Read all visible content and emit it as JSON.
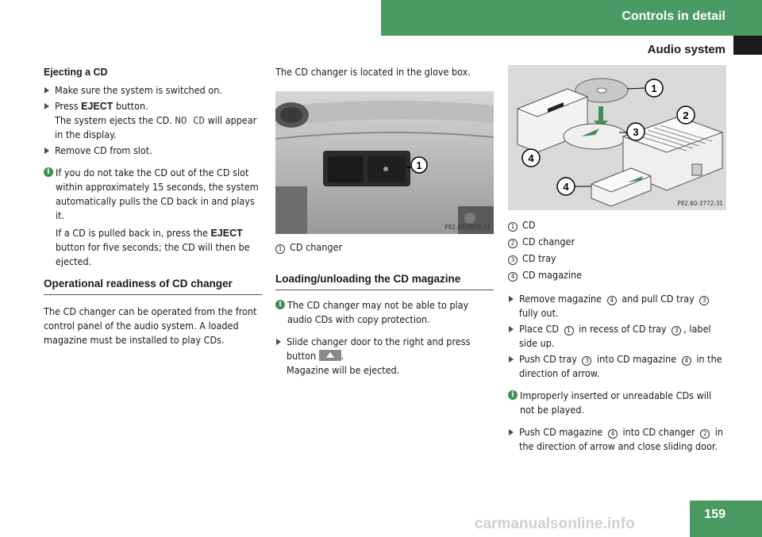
{
  "header": {
    "section": "Controls in detail",
    "subsection": "Audio system"
  },
  "col1": {
    "eject_heading": "Ejecting a CD",
    "step1": "Make sure the system is switched on.",
    "step2_pre": "Press ",
    "step2_key": "EJECT",
    "step2_post": " button.",
    "step2_line2_pre": "The system ejects the CD. ",
    "step2_display": "NO CD",
    "step2_line2_post": " will appear in the display.",
    "step3": "Remove CD from slot.",
    "info1_p1": "If you do not take the CD out of the CD slot within approximately 15 seconds, the system automatically pulls the CD back in and plays it.",
    "info1_p2_pre": "If a CD is pulled back in, press the ",
    "info1_p2_key": "EJECT",
    "info1_p2_post": " button for five seconds; the CD will then be ejected.",
    "readiness_heading": "Operational readiness of CD changer",
    "readiness_text": "The CD changer can be operated from the front control panel of the audio system. A loaded magazine must be installed to play CDs."
  },
  "col2": {
    "location_text": "The CD changer is located in the glove box.",
    "photo_code": "P82.60-5970-31",
    "photo_callout": "1",
    "legend": [
      {
        "num": "1",
        "label": "CD changer"
      }
    ],
    "loading_heading": "Loading/unloading the CD magazine",
    "info2": "The CD changer may not be able to play audio CDs with copy protection.",
    "step4_line1": "Slide changer door to the right and press",
    "step4_pre_button": "button ",
    "step4_after_button": ".",
    "step4_line3": "Magazine will be ejected."
  },
  "col3": {
    "diagram_code": "P82.60-3772-31",
    "callouts": [
      "1",
      "2",
      "3",
      "4",
      "4"
    ],
    "legend": [
      {
        "num": "1",
        "label": "CD"
      },
      {
        "num": "2",
        "label": "CD changer"
      },
      {
        "num": "3",
        "label": "CD tray"
      },
      {
        "num": "4",
        "label": "CD magazine"
      }
    ],
    "s1": {
      "a": "Remove magazine ",
      "n1": "4",
      "b": " and pull CD tray ",
      "n2": "3",
      "c": " fully out."
    },
    "s2": {
      "a": "Place CD ",
      "n1": "1",
      "b": " in recess of CD tray ",
      "n2": "3",
      "c": ", label side up."
    },
    "s3": {
      "a": "Push CD tray ",
      "n1": "3",
      "b": " into CD magazine ",
      "n2": "4",
      "c": " in the direction of arrow."
    },
    "info3": "Improperly inserted or unreadable CDs will not be played.",
    "s4": {
      "a": "Push CD magazine ",
      "n1": "4",
      "b": " into CD changer ",
      "n2": "2",
      "c": " in the direction of arrow and close sliding door."
    }
  },
  "footer": {
    "page_number": "159",
    "watermark": "carmanualsonline.info"
  },
  "colors": {
    "accent_green": "#4a9a64",
    "text": "#1a1a1a"
  },
  "icons": [
    "info-icon",
    "bullet-arrow-icon",
    "eject-button-icon"
  ]
}
